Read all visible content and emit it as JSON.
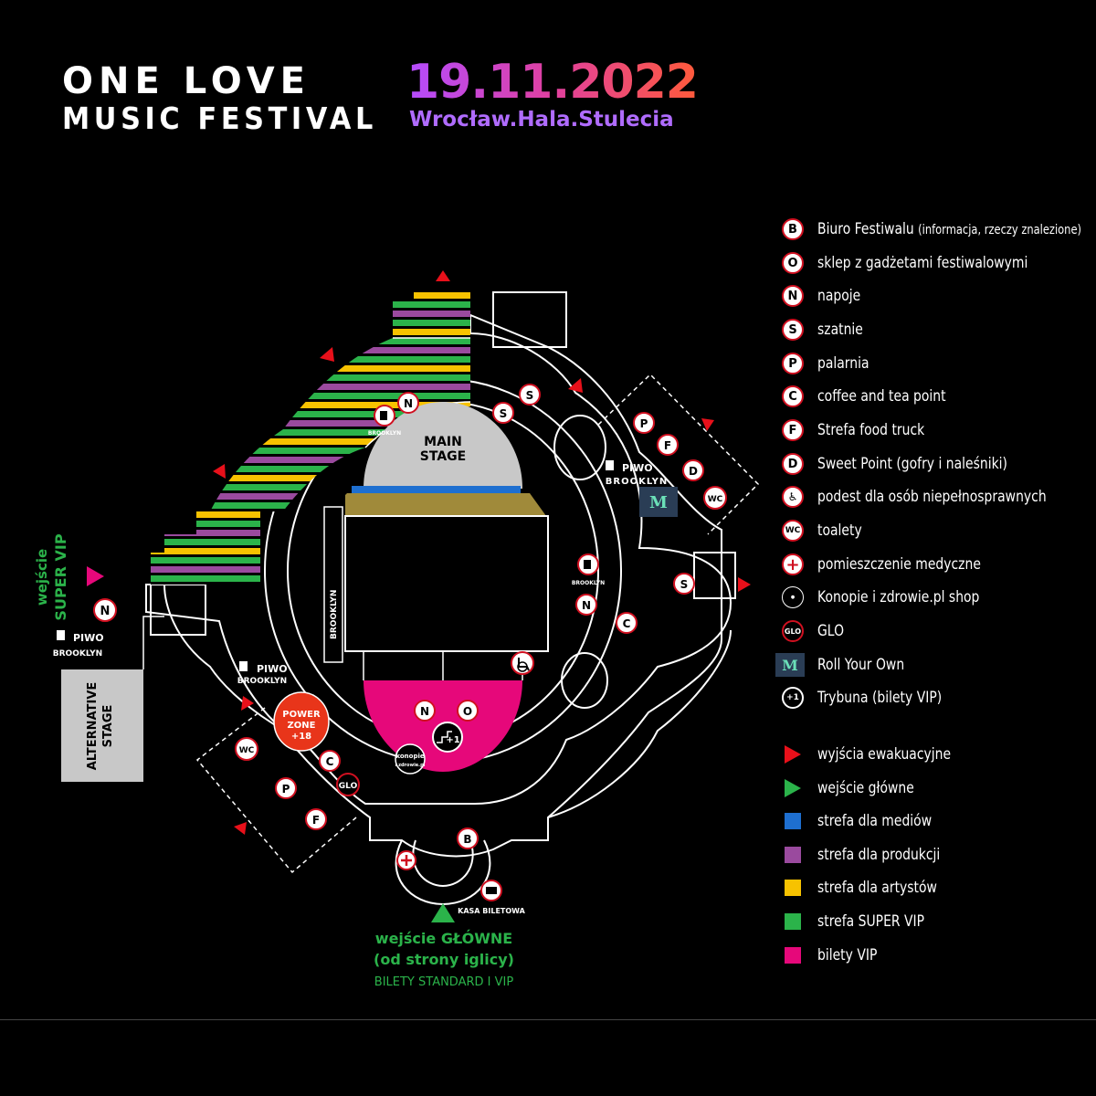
{
  "header": {
    "title_line1": "ONE LOVE",
    "title_line2": "MUSIC FESTIVAL",
    "date": "19.11.2022",
    "venue": "Wrocław.Hala.Stulecia"
  },
  "map": {
    "main_stage": [
      "MAIN",
      "STAGE"
    ],
    "alternative_stage": [
      "ALTERNATIVE",
      "STAGE"
    ],
    "power_zone": [
      "POWER",
      "ZONE",
      "+18"
    ],
    "brooklyn": "BROOKLYN",
    "piwo": "PIWO",
    "kasa": "KASA BILETOWA",
    "super_vip_entrance": [
      "wejście",
      "SUPER VIP"
    ],
    "main_entrance": [
      "wejście GŁÓWNE",
      "(od strony iglicy)",
      "BILETY STANDARD I VIP"
    ],
    "konopie_logo": [
      "konopie",
      "i zdrowie.pl"
    ]
  },
  "legend": {
    "items": [
      {
        "icon": "B",
        "label": "Biuro Festiwalu",
        "note": "(informacja, rzeczy znalezione)"
      },
      {
        "icon": "O",
        "label": "sklep z gadżetami festiwalowymi"
      },
      {
        "icon": "N",
        "label": "napoje"
      },
      {
        "icon": "S",
        "label": "szatnie"
      },
      {
        "icon": "P",
        "label": "palarnia"
      },
      {
        "icon": "C",
        "label": "coffee and tea point"
      },
      {
        "icon": "F",
        "label": "Strefa food truck"
      },
      {
        "icon": "D",
        "label": "Sweet Point (gofry i naleśniki)"
      },
      {
        "icon": "wheelchair-icon",
        "label": "podest dla osób niepełnosprawnych"
      },
      {
        "icon": "WC",
        "label": "toalety"
      },
      {
        "icon": "medical-cross-icon",
        "label": "pomieszczenie medyczne"
      },
      {
        "icon": "konopie-logo-icon",
        "label": "Konopie i zdrowie.pl shop"
      },
      {
        "icon": "GLO",
        "label": "GLO"
      },
      {
        "icon": "roll-your-own-logo-icon",
        "label": "Roll Your Own"
      },
      {
        "icon": "tribune-icon",
        "label": "Trybuna (bilety VIP)"
      },
      {
        "icon": "red-triangle",
        "label": "wyjścia ewakuacyjne",
        "color": "#e8101a"
      },
      {
        "icon": "green-triangle",
        "label": "wejście główne",
        "color": "#2bb34a"
      },
      {
        "icon": "square",
        "label": "strefa dla mediów",
        "color": "#1e6fd0"
      },
      {
        "icon": "square",
        "label": "strefa dla produkcji",
        "color": "#9a4a9e"
      },
      {
        "icon": "square",
        "label": "strefa dla artystów",
        "color": "#f7c200"
      },
      {
        "icon": "square",
        "label": "strefa SUPER VIP",
        "color": "#2bb34a"
      },
      {
        "icon": "square",
        "label": "bilety VIP",
        "color": "#e6087a"
      }
    ]
  },
  "colors": {
    "vip": "#e6087a",
    "media": "#1e6fd0",
    "production": "#9a4a9e",
    "artists": "#f7c200",
    "super_vip": "#2bb34a",
    "evac": "#e8101a",
    "stage": "#c8c8c8",
    "press_band": "#a08a3a"
  }
}
